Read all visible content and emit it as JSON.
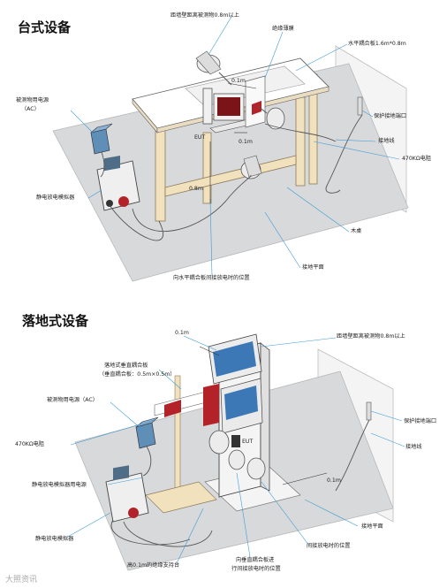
{
  "sections": {
    "top_title": "台式设备",
    "bottom_title": "落地式设备"
  },
  "top_labels": {
    "wall_distance": "距墙壁距离被测物0.8m以上",
    "insulation_pad": "绝缘薄膜",
    "hcp": "水平耦合板1.6m*0.8m",
    "eut_power": "被测物用电源",
    "ac": "（AC）",
    "d01_a": "0.1m",
    "d01_b": "0.1m",
    "eut": "EUT",
    "ground_terminal": "保护接地端口",
    "ground_wire": "接地线",
    "resistor": "470KΩ电阻",
    "d08": "0.8m",
    "esd_gen": "静电放电模拟器",
    "table": "木桌",
    "ground_plane": "接地平面",
    "indirect_pos": "向水平耦合板间接放电时的位置"
  },
  "bottom_labels": {
    "d01_top": "0.1m",
    "wall_distance": "距墙壁距离被测物0.8m以上",
    "vcp": "落地式垂直耦合板",
    "vcp_size": "（垂直耦合板：0.5m×0.5m）",
    "eut_power": "被测物用电源（AC）",
    "ground_terminal": "保护接地端口",
    "resistor": "470KΩ电阻",
    "eut": "EUT",
    "ground_wire": "接地线",
    "gen_power": "静电放电模拟器用电源",
    "d01_right": "0.1m",
    "ground_plane": "接地平面",
    "esd_gen": "静电放电模拟器",
    "indirect_pos": "间接放电时的位置",
    "support": "高0.1m的绝缘支持台",
    "vcp_pos_1": "向垂直耦合板进",
    "vcp_pos_2": "行间接放电时的位置"
  },
  "watermark": "大照资讯",
  "colors": {
    "floor": "#d9dadb",
    "table_wood": "#f3e2bf",
    "table_top": "#ffffff",
    "accent_red": "#b32228",
    "screen_blue": "#3b78b5",
    "leader": "#3d9ad6"
  }
}
